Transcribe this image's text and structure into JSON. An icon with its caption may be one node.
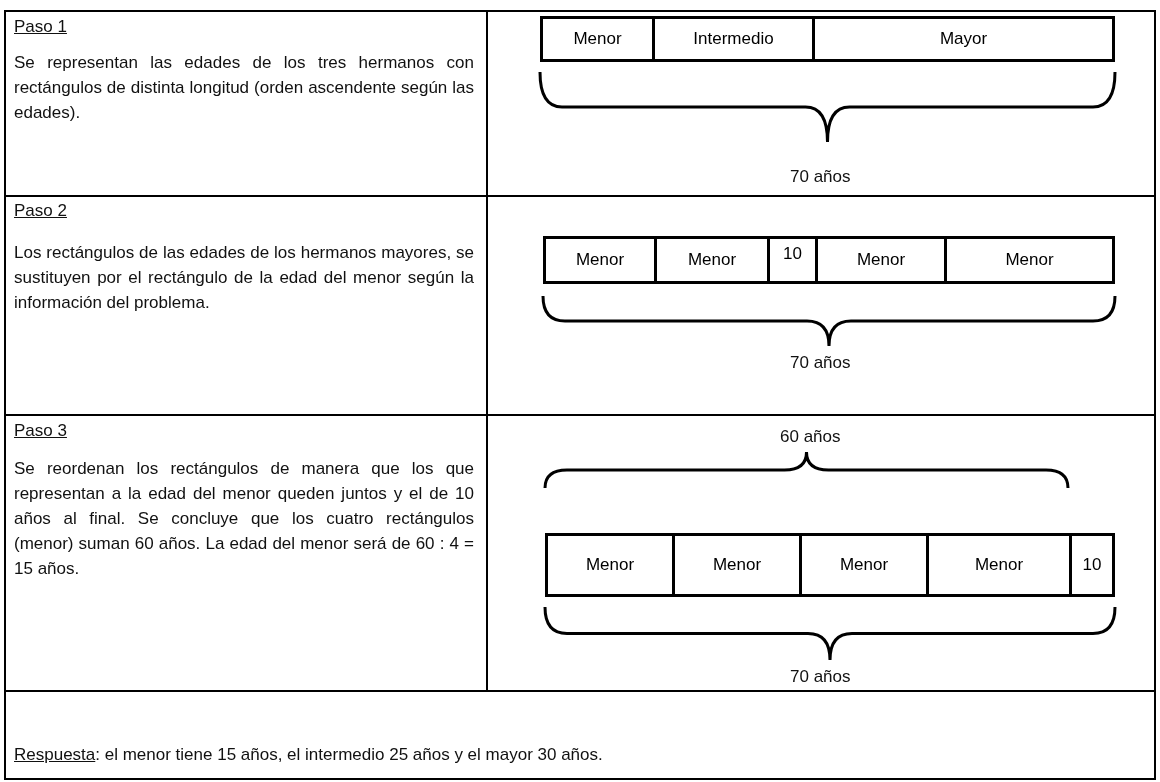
{
  "diagram": {
    "nodes": [
      {
        "text": [
          "Menor"
        ]
      },
      {
        "text": [
          "Intermedio"
        ]
      },
      {
        "text": [
          "Mayor"
        ]
      },
      {
        "text": [
          "Menor"
        ]
      },
      {
        "text": [
          "Menor"
        ]
      },
      {
        "text": [
          "10"
        ]
      },
      {
        "text": [
          "Menor"
        ]
      },
      {
        "text": [
          "Menor"
        ]
      },
      {
        "text": [
          "Menor"
        ]
      },
      {
        "text": [
          "Menor"
        ]
      },
      {
        "text": [
          "Menor"
        ]
      },
      {
        "text": [
          "Menor"
        ]
      },
      {
        "text": [
          "10"
        ]
      }
    ],
    "edges": [],
    "labels": [
      "Paso 1",
      "Se representan las edades de los tres hermanos con rectángulos de distinta longitud (orden ascendente según las edades).",
      "70 años",
      "Paso 2",
      "Los rectángulos de las edades de los hermanos mayores, se sustituyen por el rectángulo de la edad del menor según la información del problema.",
      "70 años",
      "Paso 3",
      "Se reordenan los rectángulos de manera que los que representan a la edad del menor queden juntos y el de 10 años al final. Se concluye que los cuatro rectángulos (menor) suman 60 años. La edad del menor será de 60 : 4 = 15 años.",
      "60 años",
      "70 años",
      "Respuesta: el menor tiene 15 años, el intermedio 25 años y el mayor 30 años."
    ]
  }
}
